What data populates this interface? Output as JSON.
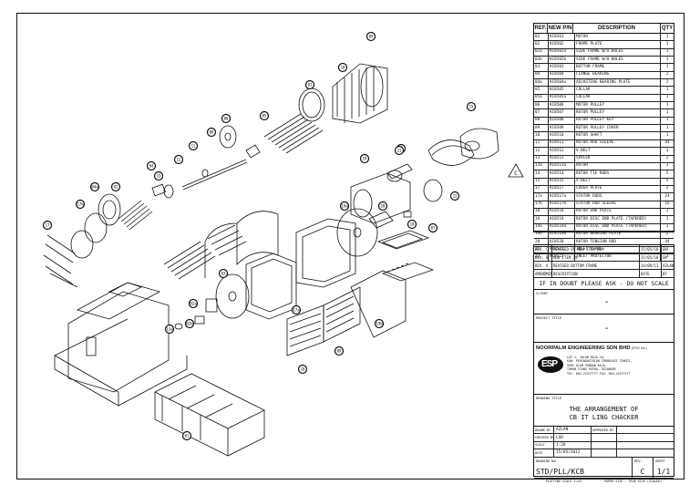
{
  "bom": {
    "headers": {
      "ref": "REF.",
      "pn": "NEW P/N",
      "desc": "DESCRIPTION",
      "qty": "QTY"
    },
    "rows": [
      {
        "ref": "01",
        "pn": "KC8501",
        "desc": "MOTOR",
        "qty": "1"
      },
      {
        "ref": "02",
        "pn": "KC8502",
        "desc": "FRAME PLATE",
        "qty": "1"
      },
      {
        "ref": "02a",
        "pn": "KC8502a",
        "desc": "SIDE FRAME W/O HOLES",
        "qty": "1"
      },
      {
        "ref": "02b",
        "pn": "KC8502b",
        "desc": "SIDE FRAME W/H HOLES",
        "qty": "1"
      },
      {
        "ref": "03",
        "pn": "KC8503",
        "desc": "BOTTOM FRAME",
        "qty": "1"
      },
      {
        "ref": "04",
        "pn": "KC8504",
        "desc": "FLANGE BEARING",
        "qty": "2"
      },
      {
        "ref": "04a",
        "pn": "KC8504a",
        "desc": "ADJUSTING BEARING PLATE",
        "qty": "2"
      },
      {
        "ref": "05",
        "pn": "KC8505",
        "desc": "COLLAR",
        "qty": "1"
      },
      {
        "ref": "05a",
        "pn": "KC8505a",
        "desc": "COLLAR",
        "qty": "1"
      },
      {
        "ref": "06",
        "pn": "KC8506",
        "desc": "MOTOR PULLEY",
        "qty": "1"
      },
      {
        "ref": "07",
        "pn": "KC8507",
        "desc": "ROTOR PULLEY",
        "qty": "1"
      },
      {
        "ref": "08",
        "pn": "KC8508",
        "desc": "ROTOR PULLEY KEY",
        "qty": "1"
      },
      {
        "ref": "09",
        "pn": "KC8509",
        "desc": "ROTOR PULLEY COVER",
        "qty": "1"
      },
      {
        "ref": "10",
        "pn": "KC8510",
        "desc": "ROTOR SHAFT",
        "qty": "1"
      },
      {
        "ref": "11",
        "pn": "KC8511",
        "desc": "ROTOR ROD SLEEVE",
        "qty": "44"
      },
      {
        "ref": "12",
        "pn": "KC8512",
        "desc": "V-BELT",
        "qty": "3"
      },
      {
        "ref": "13",
        "pn": "KC8513",
        "desc": "SPACER",
        "qty": "2"
      },
      {
        "ref": "13a",
        "pn": "KC8513a",
        "desc": "ROTOR",
        "qty": "1"
      },
      {
        "ref": "14",
        "pn": "KC8514",
        "desc": "ROTOR TIE RODS",
        "qty": "5"
      },
      {
        "ref": "15",
        "pn": "KC8515",
        "desc": "V-BELT",
        "qty": "5"
      },
      {
        "ref": "17",
        "pn": "KC8517",
        "desc": "COVER PLATE",
        "qty": "2"
      },
      {
        "ref": "17a",
        "pn": "KC8517a",
        "desc": "STATOR RODS",
        "qty": "24"
      },
      {
        "ref": "17b",
        "pn": "KC8517b",
        "desc": "STATOR ROD SLEEVE",
        "qty": "16"
      },
      {
        "ref": "18",
        "pn": "KC8518",
        "desc": "ROTOR END PLATE",
        "qty": "1"
      },
      {
        "ref": "19",
        "pn": "KC8519",
        "desc": "ROTOR DISC END PLATE (TAPERED)",
        "qty": "1"
      },
      {
        "ref": "19a",
        "pn": "KC8519a",
        "desc": "ROTOR DISC END PLATE (TAPERED)",
        "qty": "1"
      },
      {
        "ref": "19b",
        "pn": "KC8519b",
        "desc": "ROTOR BEARING PLATE",
        "qty": "2"
      },
      {
        "ref": "20",
        "pn": "KC8520",
        "desc": "ROTOR TENSION ROD",
        "qty": "44"
      },
      {
        "ref": "21",
        "pn": "KC8521",
        "desc": "INLET FLANGE",
        "qty": "1"
      },
      {
        "ref": "22",
        "pn": "KC8522",
        "desc": "INLET PROTECTOR",
        "qty": "1"
      }
    ]
  },
  "revisions": [
    {
      "rev": "REV. C",
      "desc": "REVISED OF NEW ITEM NO.",
      "date": "15/05/18",
      "init": "EK"
    },
    {
      "rev": "REV. B",
      "desc": "ADD ITEM 19",
      "date": "15/05/18",
      "init": "EK"
    },
    {
      "rev": "REV. A",
      "desc": "REVISED BOTTOM FRAME",
      "date": "14/09/11",
      "init": "AZLAN"
    },
    {
      "rev": "AMENDMENT",
      "desc": "DESCRIPTION",
      "date": "DATE",
      "init": "BY"
    }
  ],
  "warning": "IF IN DOUBT PLEASE ASK - DO NOT SCALE",
  "client_label": "CLIENT",
  "client_value": "-",
  "project_label": "PROJECT TITLE",
  "project_value": "-",
  "company": {
    "name": "NOORPALM ENGINEERING SDN BHD",
    "suffix": "(ROC No.)",
    "logo": "ESP",
    "address": [
      "LOT 1, JALAN RAJA 10,",
      "KAW. PERINDUSTRIAN TEKNOLOGI TINGGI,",
      "SERI ALAM PANDAN RAJA,",
      "TAMAN TIANG PUTRA, SELANGOR",
      "TEL: 603-21577777  FAX: 603-21577277"
    ]
  },
  "drawing_title_label": "DRAWING TITLE",
  "drawing_title": [
    "THE ARRANGEMENT OF",
    "CB IT LING CHACKER"
  ],
  "info": [
    {
      "k": "DRAWN BY",
      "v": "AZLAN",
      "k2": "APPROVED BY",
      "v2": ""
    },
    {
      "k": "CHECKED BY",
      "v": "LSD",
      "k2": "",
      "v2": ""
    },
    {
      "k": "SCALE",
      "v": "1:20",
      "k2": "",
      "v2": ""
    },
    {
      "k": "DATE",
      "v": "15/05/2012",
      "k2": "",
      "v2": ""
    }
  ],
  "drawing_no_label": "DRAWING NO.",
  "drawing_no": "STD/PLL/KCB",
  "rev_label": "REV.",
  "rev_value": "C",
  "sheet_label": "SHEET",
  "sheet_value": "1/1",
  "footer": [
    "PLOTTING SCALE 1:20",
    "PAPER SIZE : TRUE SIZE (SCALED)"
  ],
  "revision_marker": "C",
  "balloons": [
    "09",
    "10",
    "01",
    "05",
    "06",
    "08",
    "11",
    "12",
    "13",
    "04",
    "02",
    "04a",
    "17b",
    "17",
    "14",
    "15",
    "18",
    "19",
    "19a",
    "20",
    "21",
    "22",
    "07",
    "03",
    "02a",
    "02b",
    "13a",
    "17a",
    "19b"
  ]
}
